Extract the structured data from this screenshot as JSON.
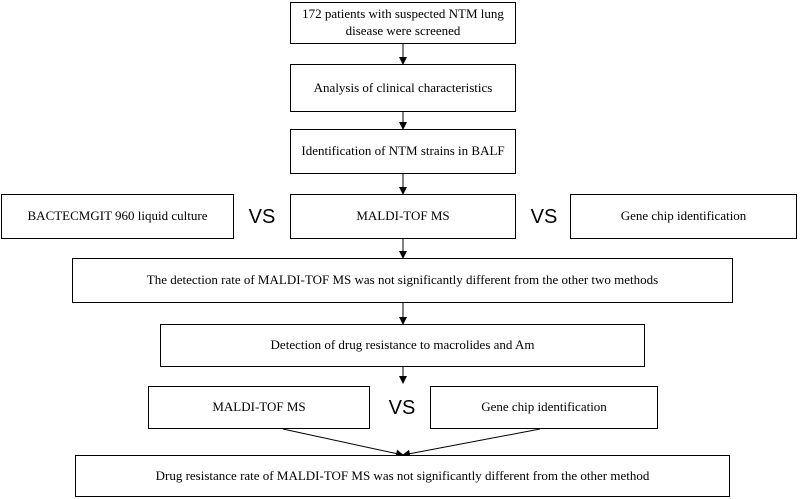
{
  "boxes": {
    "screened": "172 patients with suspected NTM lung disease were screened",
    "clinical": "Analysis of clinical characteristics",
    "identification": "Identification of NTM strains in BALF",
    "bactec": "BACTECMGIT 960 liquid culture",
    "maldi_1": "MALDI-TOF MS",
    "gene_chip_1": "Gene chip identification",
    "detection_rate": "The detection rate of MALDI-TOF MS was not significantly different from the other two methods",
    "drug_resistance_detection": "Detection of drug resistance to macrolides and Am",
    "maldi_2": "MALDI-TOF MS",
    "gene_chip_2": "Gene chip identification",
    "resistance_rate": "Drug resistance rate of MALDI-TOF MS was not significantly different from the other method"
  },
  "vs_label": "VS"
}
